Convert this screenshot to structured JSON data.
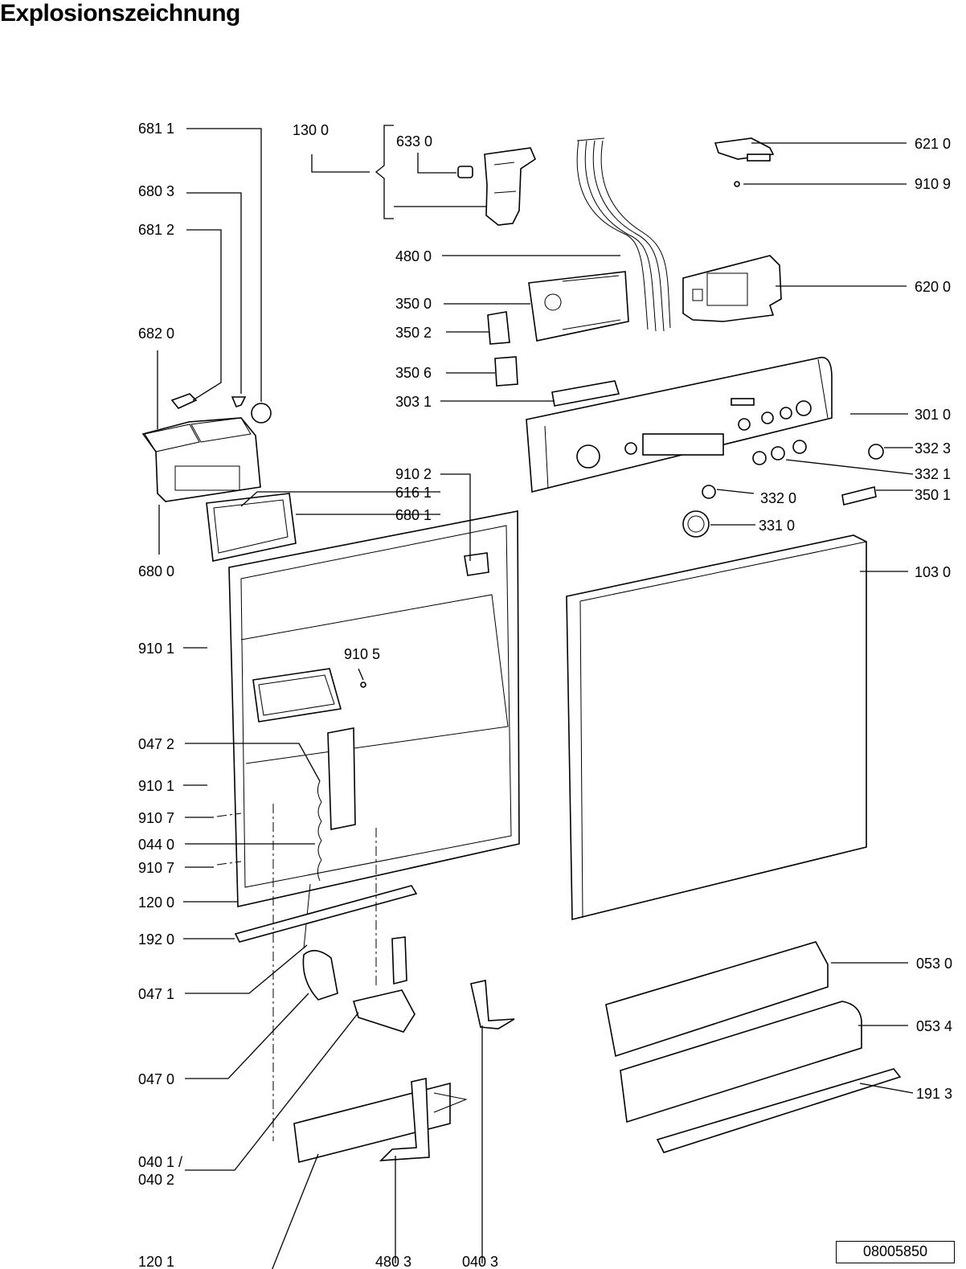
{
  "title": "Explosionszeichnung",
  "document_number": "08005850",
  "labels": {
    "l6811": "681 1",
    "l1300": "130 0",
    "l6330": "633 0",
    "l6803": "680 3",
    "l6812": "681 2",
    "l6820": "682 0",
    "l6800": "680 0",
    "l6210": "621 0",
    "l9109": "910 9",
    "l4800": "480 0",
    "l6200": "620 0",
    "l3500": "350 0",
    "l3502": "350 2",
    "l3506": "350 6",
    "l3031": "303 1",
    "l3010": "301 0",
    "l3323": "332 3",
    "l3321": "332 1",
    "l3501": "350 1",
    "l3320": "332 0",
    "l3310": "331 0",
    "l9102": "910 2",
    "l6161": "616 1",
    "l6801": "680 1",
    "l1030": "103 0",
    "l9101a": "910 1",
    "l9105": "910 5",
    "l0472": "047 2",
    "l9101b": "910 1",
    "l9107a": "910 7",
    "l0440": "044 0",
    "l9107b": "910 7",
    "l1200": "120 0",
    "l1920": "192 0",
    "l0471": "047 1",
    "l0470": "047 0",
    "l0401": "040 1 /",
    "l0402": "040 2",
    "l1201": "120 1",
    "l4803": "480 3",
    "l0403": "040 3",
    "l0530": "053 0",
    "l0534": "053 4",
    "l1913": "191 3"
  }
}
